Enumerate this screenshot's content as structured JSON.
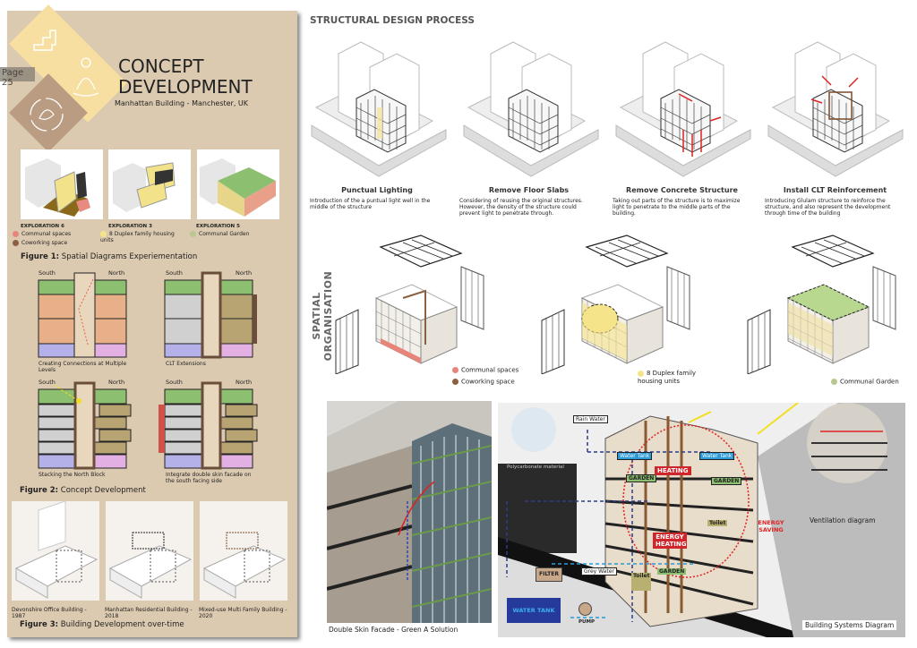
{
  "page_label": "Page 25",
  "header": {
    "title_line1": "CONCEPT",
    "title_line2": "DEVELOPMENT",
    "subtitle": "Manhattan Building - Manchester, UK"
  },
  "icons": [
    "stairs-blocks-icon",
    "meditation-person-icon",
    "recycle-leaf-icon"
  ],
  "explorations": [
    {
      "title": "EXPLORATION 6",
      "legend": [
        {
          "label": "Communal spaces",
          "color": "#e8857a"
        },
        {
          "label": "Coworking space",
          "color": "#8a6040"
        }
      ]
    },
    {
      "title": "EXPLORATION 3",
      "legend": [
        {
          "label": "8 Duplex family housing units",
          "color": "#f6e48a"
        }
      ]
    },
    {
      "title": "EXPLORATION 5",
      "legend": [
        {
          "label": "Communal Garden",
          "color": "#b8c890"
        }
      ]
    }
  ],
  "figure1": {
    "num": "Figure 1:",
    "caption": "Spatial Diagrams Experiementation"
  },
  "figure2": {
    "num": "Figure 2:",
    "caption": "Concept Development",
    "diagrams": [
      {
        "south": "South",
        "north": "North",
        "caption": "Creating Connections at Multiple Levels"
      },
      {
        "south": "South",
        "north": "North",
        "caption": "CLT Extensions"
      },
      {
        "south": "South",
        "north": "North",
        "caption": "Stacking the North Block"
      },
      {
        "south": "South",
        "north": "North",
        "caption": "Integrate double skin facade on the south facing side"
      }
    ]
  },
  "figure3": {
    "num": "Figure 3:",
    "caption": "Building Development over-time",
    "items": [
      {
        "caption": "Devonshire Office Building - 1987"
      },
      {
        "caption": "Manhattan Residential Building - 2018"
      },
      {
        "caption": "Mixed-use Multi Family Building - 2020"
      }
    ]
  },
  "structural": {
    "heading": "STRUCTURAL DESIGN PROCESS",
    "steps": [
      {
        "title": "Punctual Lighting",
        "desc": "Introduction of the a puntual light well in the middle of the structure"
      },
      {
        "title": "Remove Floor Slabs",
        "desc": "Considering of reusing the original structures. However, the density of the structure could prevent light to penetrate through."
      },
      {
        "title": "Remove Concrete Structure",
        "desc": "Taking out parts of the structure is to maximize light to penetrate to the middle parts of the building."
      },
      {
        "title": "Install CLT Reinforcement",
        "desc": "Introducing Glulam structure to reinforce the structure, and also represent the development through time of the building"
      }
    ]
  },
  "spatial": {
    "heading": "SPATIAL ORGANISATION",
    "legends": [
      [
        {
          "label": "Communal spaces",
          "color": "#e8857a"
        },
        {
          "label": "Coworking space",
          "color": "#8a6040"
        }
      ],
      [
        {
          "label": "8 Duplex family housing units",
          "color": "#f6e48a"
        }
      ],
      [
        {
          "label": "Communal Garden",
          "color": "#b8c890"
        }
      ]
    ]
  },
  "facade": {
    "caption": "Double Skin Facade - Green A Solution"
  },
  "systems": {
    "caption": "Building Systems Diagram",
    "ventilation": "Ventilation diagram",
    "polycarbonate": "Polycarbonate material",
    "labels": {
      "rain": "Rain Water",
      "tank1": "Water Tank",
      "tank2": "Water Tank",
      "garden1": "GARDEN",
      "garden2": "GARDEN",
      "garden3": "GARDEN",
      "heating": "HEATING",
      "energy_heating": "ENERGY HEATING",
      "energy_saving": "ENERGY SAVING",
      "toilet1": "Toilet",
      "toilet2": "Toilet",
      "filter": "FILTER",
      "grey": "Grey Water",
      "water_tank": "WATER TANK",
      "pump": "PUMP"
    }
  }
}
